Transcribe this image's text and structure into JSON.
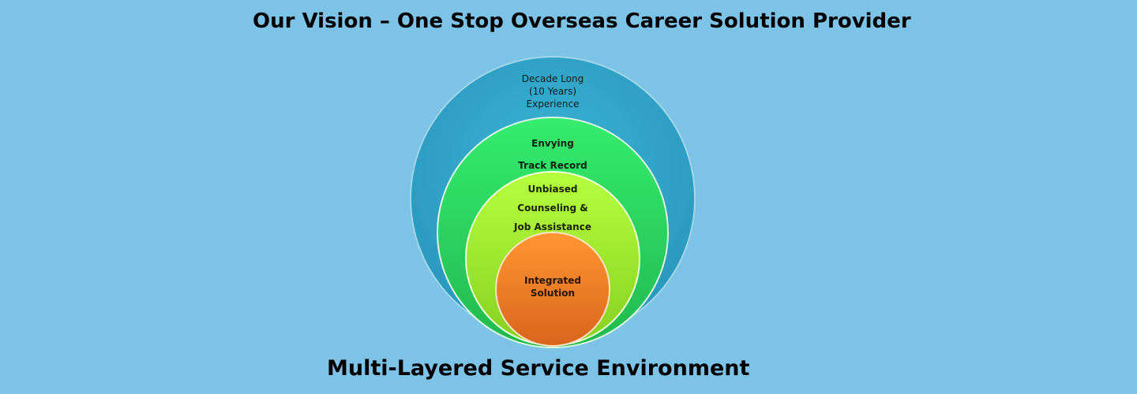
{
  "header": {
    "title": "Our Vision – One Stop Overseas Career Solution Provider"
  },
  "layers": [
    {
      "lines": [
        "Decade Long",
        "(10 Years)",
        "Experience"
      ],
      "color": "#33a8cc"
    },
    {
      "lines": [
        "Envying",
        "Track Record"
      ],
      "color": "#2edb63"
    },
    {
      "lines": [
        "Unbiased",
        "Counseling &",
        "Job Assistance"
      ],
      "color": "#a8f03a"
    },
    {
      "lines": [
        "Integrated",
        "Solution"
      ],
      "color": "#f58a2a"
    }
  ],
  "footer": {
    "caption": "Multi-Layered Service Environment"
  },
  "colors": {
    "background": "#7dc3e7"
  }
}
